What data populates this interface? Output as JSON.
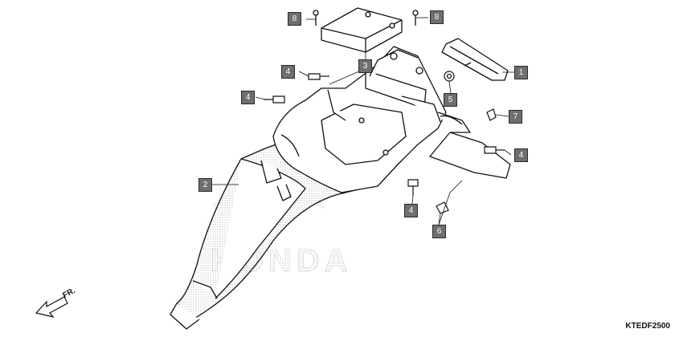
{
  "diagram": {
    "code": "KTEDF2500",
    "front_label": "FR.",
    "watermark_text": "HONDA",
    "callouts": [
      {
        "id": "callout-1",
        "number": "1"
      },
      {
        "id": "callout-2",
        "number": "2"
      },
      {
        "id": "callout-3",
        "number": "3"
      },
      {
        "id": "callout-4a",
        "number": "4"
      },
      {
        "id": "callout-4b",
        "number": "4"
      },
      {
        "id": "callout-4c",
        "number": "4"
      },
      {
        "id": "callout-4d",
        "number": "4"
      },
      {
        "id": "callout-5",
        "number": "5"
      },
      {
        "id": "callout-6",
        "number": "6"
      },
      {
        "id": "callout-7",
        "number": "7"
      },
      {
        "id": "callout-8a",
        "number": "8"
      },
      {
        "id": "callout-8b",
        "number": "8"
      }
    ]
  }
}
